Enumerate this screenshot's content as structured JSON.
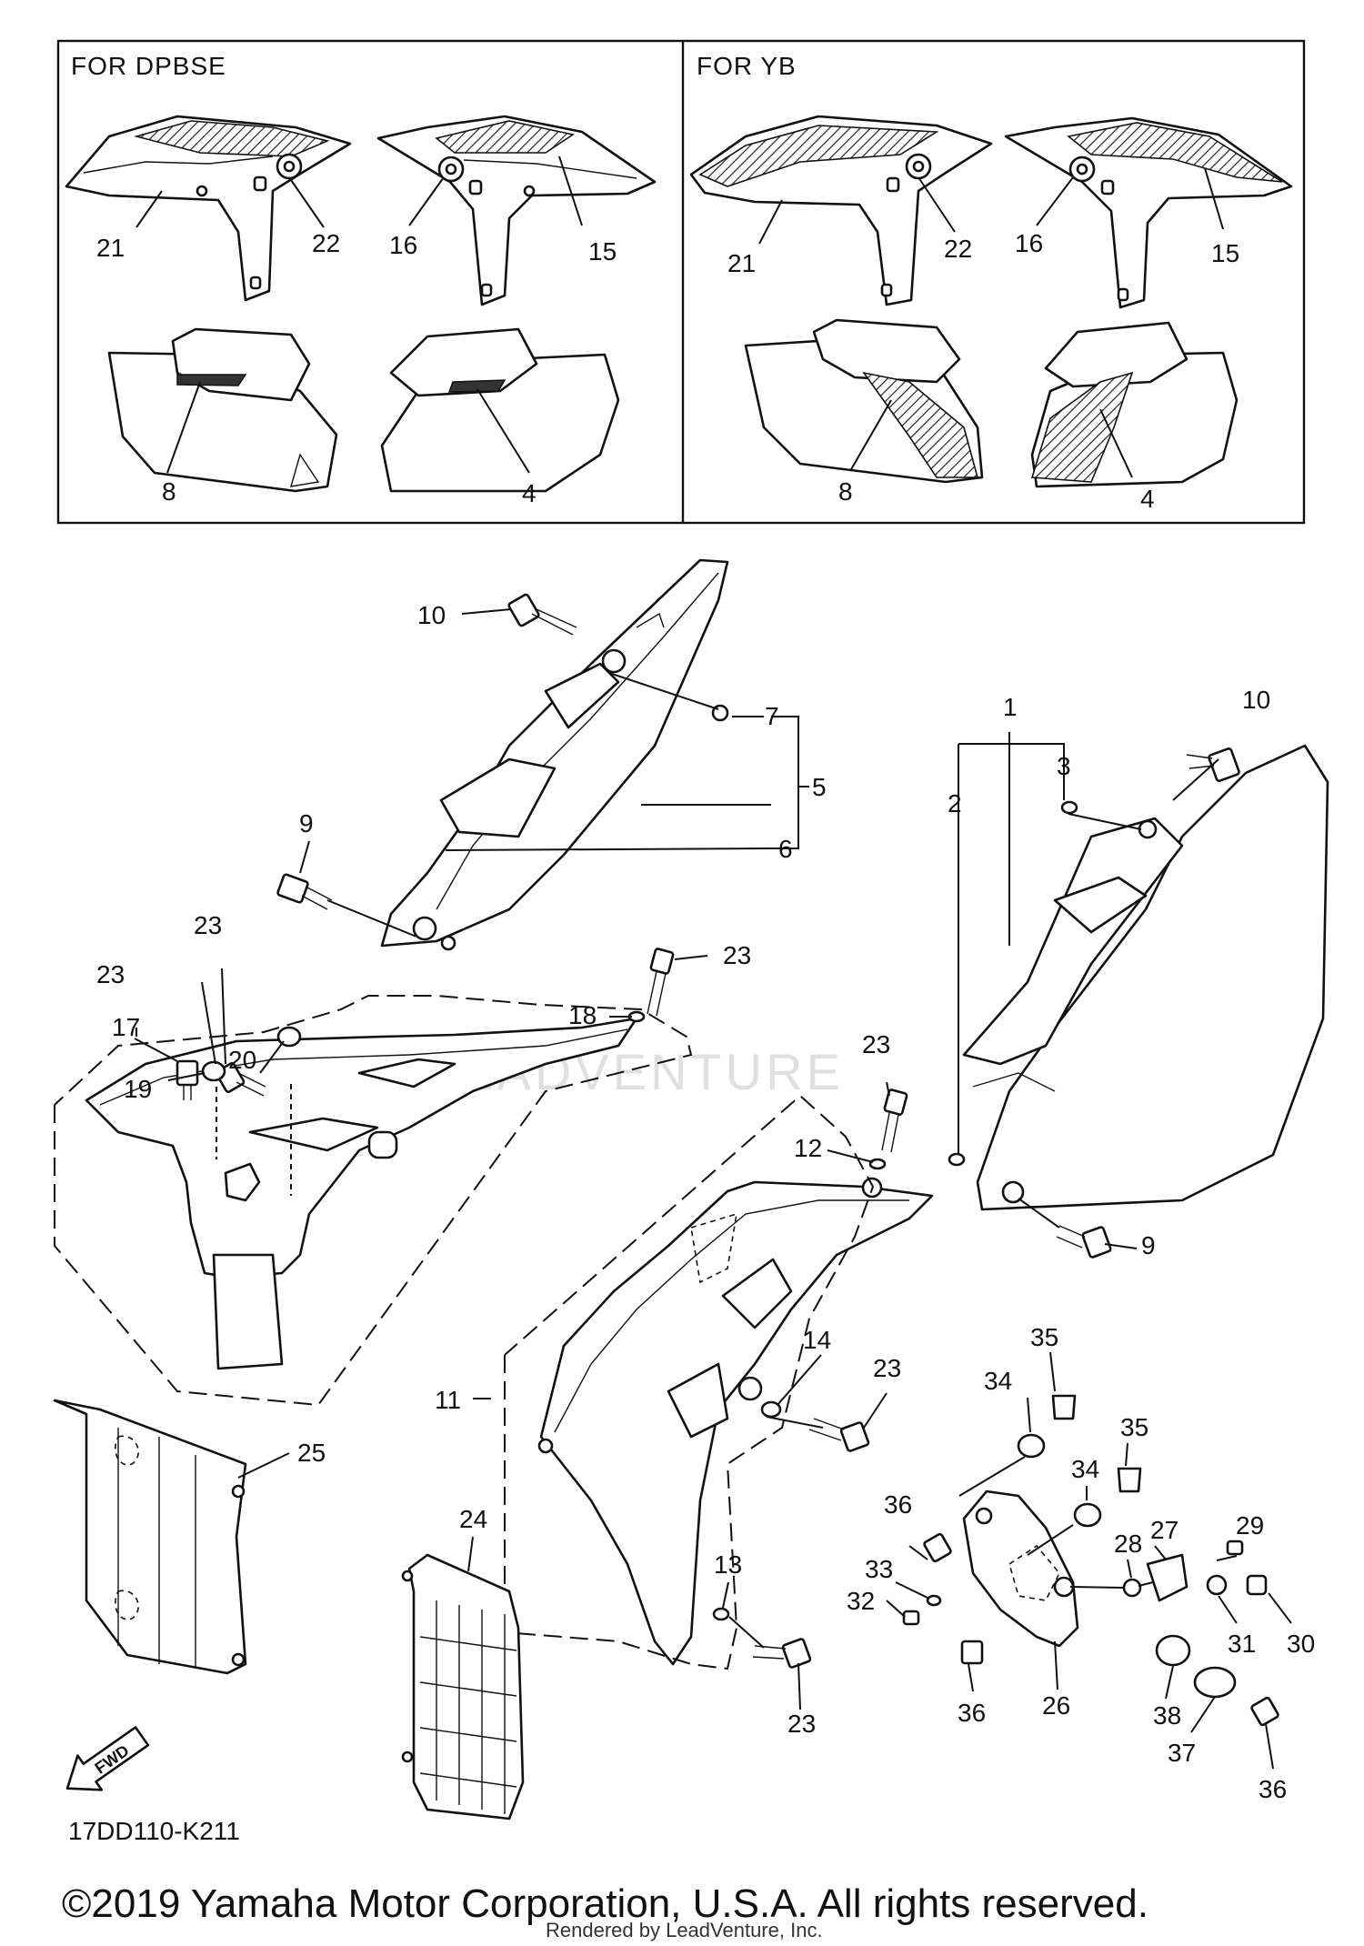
{
  "diagram": {
    "drawing_code": "17DD110-K211",
    "inset_left_title": "FOR DPBSE",
    "inset_right_title": "FOR YB",
    "copyright": "©2019 Yamaha Motor Corporation, U.S.A. All rights reserved.",
    "rendered_by": "Rendered by LeadVenture, Inc.",
    "watermark": "LEADVENTURE",
    "fwd_label": "FWD",
    "callouts": {
      "inset_a_21": "21",
      "inset_a_22": "22",
      "inset_a_16": "16",
      "inset_a_15": "15",
      "inset_a_8": "8",
      "inset_a_4": "4",
      "inset_b_21": "21",
      "inset_b_22": "22",
      "inset_b_16": "16",
      "inset_b_15": "15",
      "inset_b_8": "8",
      "inset_b_4": "4",
      "p1": "1",
      "p2": "2",
      "p3": "3",
      "p5": "5",
      "p6": "6",
      "p7": "7",
      "p9a": "9",
      "p9b": "9",
      "p10a": "10",
      "p10b": "10",
      "p11": "11",
      "p12": "12",
      "p13": "13",
      "p14": "14",
      "p17": "17",
      "p18": "18",
      "p19": "19",
      "p20": "20",
      "p23a": "23",
      "p23b": "23",
      "p23c": "23",
      "p23d": "23",
      "p23e": "23",
      "p23f": "23",
      "p24": "24",
      "p25": "25",
      "p26": "26",
      "p27": "27",
      "p28": "28",
      "p29": "29",
      "p30": "30",
      "p31": "31",
      "p32": "32",
      "p33": "33",
      "p34a": "34",
      "p34b": "34",
      "p35a": "35",
      "p35b": "35",
      "p36a": "36",
      "p36b": "36",
      "p36c": "36",
      "p37": "37",
      "p38": "38"
    }
  }
}
